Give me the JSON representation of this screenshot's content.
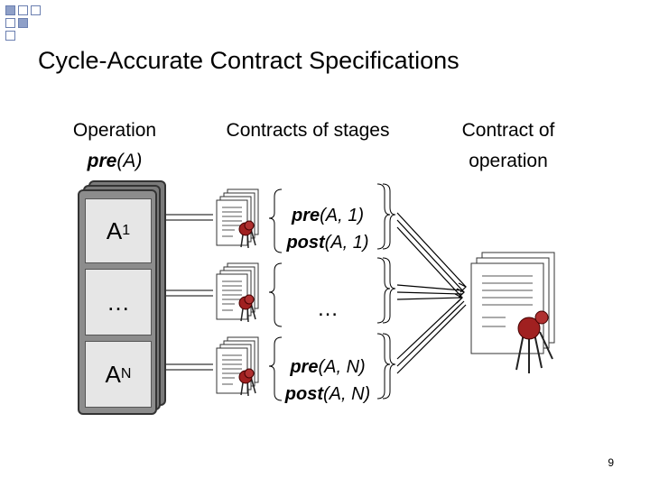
{
  "title": "Cycle-Accurate Contract Specifications",
  "headers": {
    "operation_line1": "Operation",
    "operation_fn": "pre",
    "operation_arg": "(A)",
    "stages": "Contracts of stages",
    "contract_line1": "Contract of",
    "contract_line2": "operation"
  },
  "operations": [
    {
      "base": "A",
      "sub": "1"
    },
    {
      "base": "…",
      "sub": ""
    },
    {
      "base": "A",
      "sub": "N"
    }
  ],
  "stage_contracts": [
    {
      "pre_fn": "pre",
      "pre_args": "(A, 1)",
      "post_fn": "post",
      "post_args": "(A, 1)"
    },
    {
      "ellipsis": "…"
    },
    {
      "pre_fn": "pre",
      "pre_args": "(A, N)",
      "post_fn": "post",
      "post_args": "(A, N)"
    }
  ],
  "page_number": "9",
  "icons": [
    "document-stack-icon",
    "wax-seal-icon",
    "brace-icon",
    "arrow-icon"
  ]
}
